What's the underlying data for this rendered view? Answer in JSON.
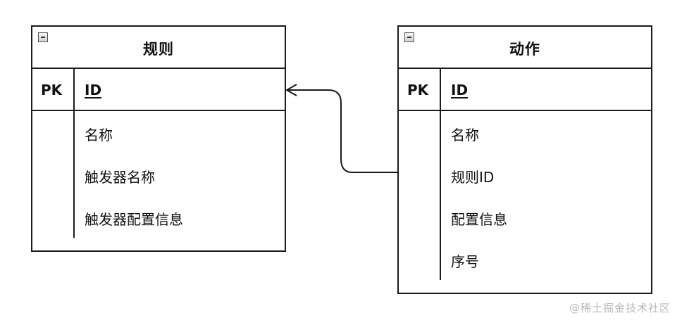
{
  "entities": {
    "rule": {
      "title": "规则",
      "pk_label": "PK",
      "pk_field": "ID",
      "fields": [
        "名称",
        "触发器名称",
        "触发器配置信息"
      ]
    },
    "action": {
      "title": "动作",
      "pk_label": "PK",
      "pk_field": "ID",
      "fields": [
        "名称",
        "规则ID",
        "配置信息",
        "序号"
      ]
    }
  },
  "relationship": {
    "from": "动作.规则ID",
    "to": "规则.ID"
  },
  "watermark": "@稀土掘金技术社区",
  "icons": [
    "collapse-icon",
    "arrow-head-icon"
  ]
}
